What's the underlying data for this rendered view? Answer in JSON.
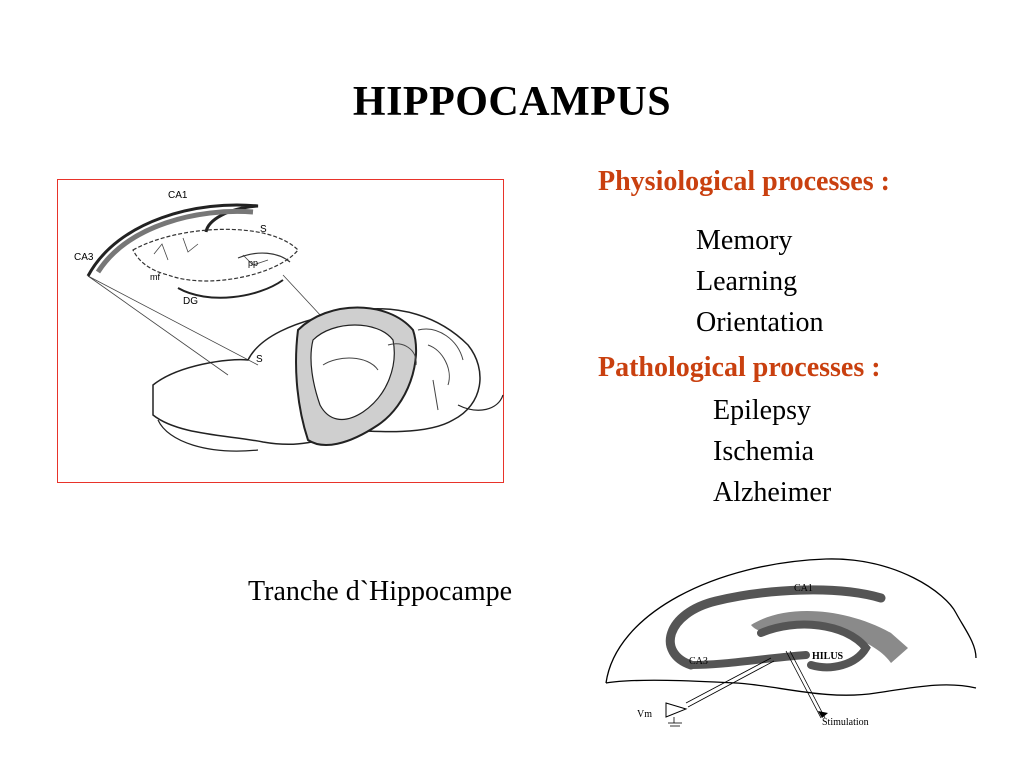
{
  "slide": {
    "title": "HIPPOCAMPUS",
    "physiological": {
      "heading": "Physiological processes :",
      "items": [
        "Memory",
        "Learning",
        "Orientation"
      ]
    },
    "pathological": {
      "heading": "Pathological processes :",
      "items": [
        "Epilepsy",
        "Ischemia",
        "Alzheimer"
      ]
    },
    "caption": "Tranche d`Hippocampe"
  },
  "brain_figure": {
    "labels": [
      "CA1",
      "CA3",
      "S",
      "DG",
      "pp",
      "mf",
      "S"
    ]
  },
  "slice_figure": {
    "labels": [
      "CA1",
      "CA3",
      "HILUS",
      "Vm",
      "Stimulation"
    ]
  },
  "colors": {
    "heading": "#c9400f",
    "figure_border": "#e8332a"
  }
}
